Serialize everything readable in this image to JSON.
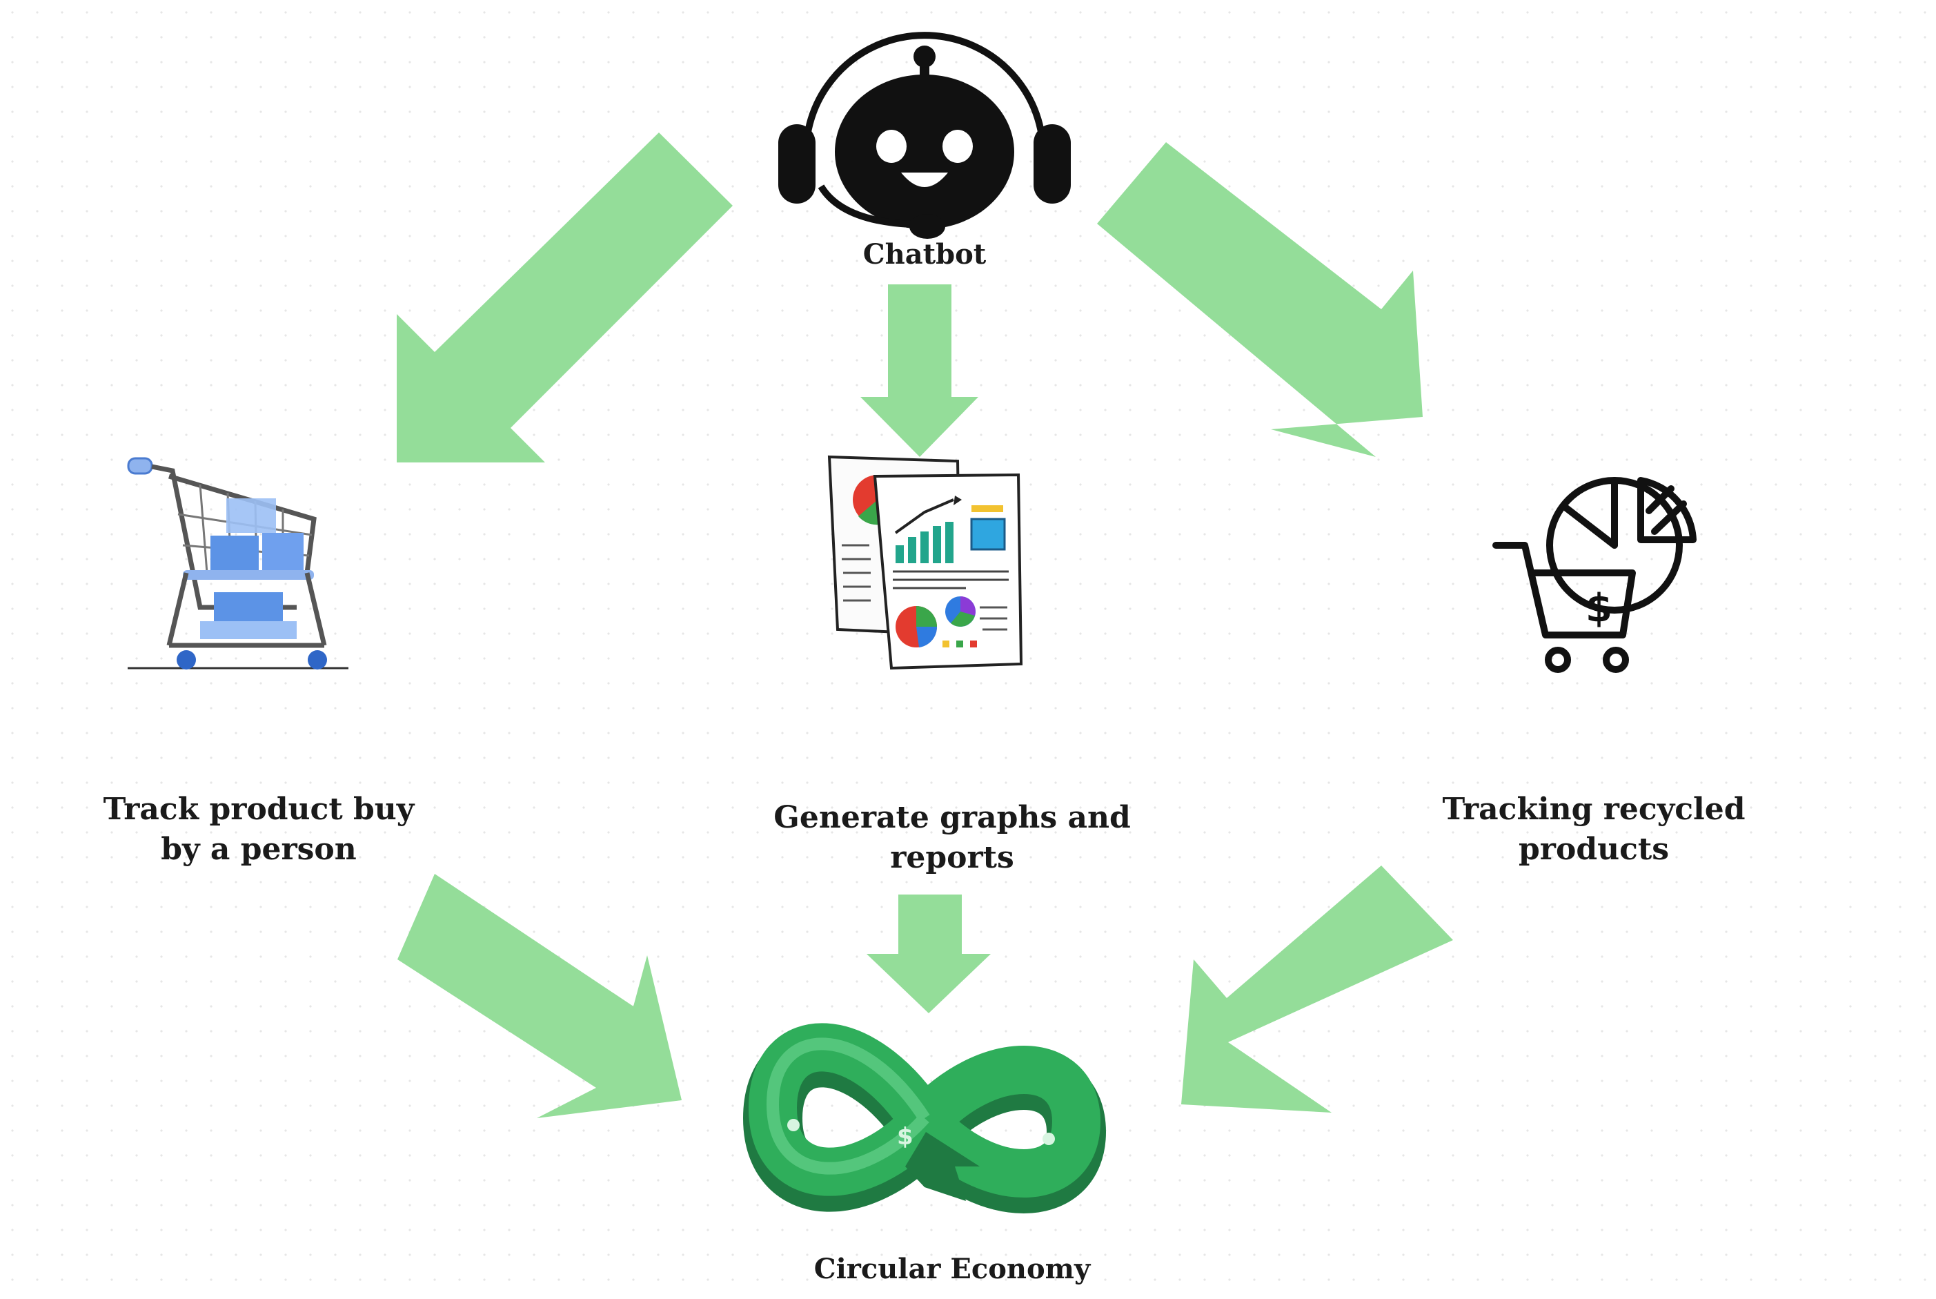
{
  "nodes": {
    "chatbot": {
      "label": "Chatbot",
      "icon": "robot-headset-icon"
    },
    "track_buy": {
      "line1": "Track product buy",
      "line2": "by a person",
      "icon": "shopping-cart-boxes-icon"
    },
    "graphs": {
      "line1": "Generate graphs and",
      "line2": "reports",
      "icon": "reports-charts-icon"
    },
    "recycled": {
      "line1": "Tracking recycled",
      "line2": "products",
      "icon": "cart-pie-chart-icon"
    },
    "circular": {
      "label": "Circular Economy",
      "icon": "infinity-loop-icon"
    }
  },
  "colors": {
    "arrow": "#94dd99",
    "icon_dark": "#111111",
    "cart_blue": "#5c93e6",
    "loop_green": "#2fae5b",
    "loop_dark": "#1f7a42"
  }
}
